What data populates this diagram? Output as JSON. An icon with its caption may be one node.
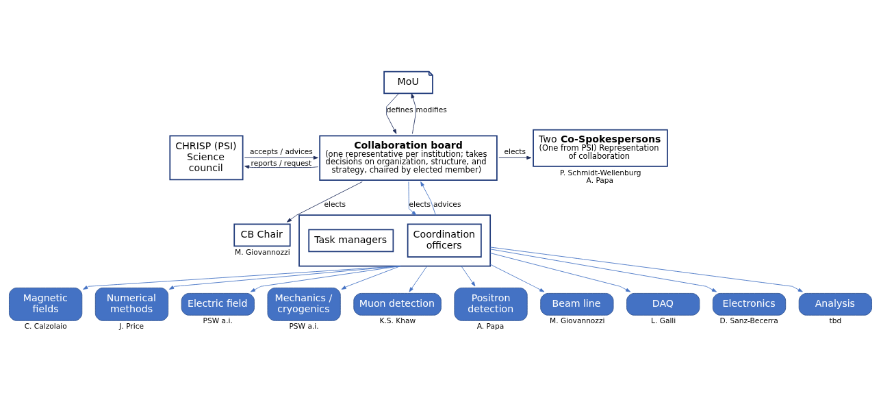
{
  "diagram": {
    "nodes": [
      {
        "text": [
          "CHRISP (PSI) Science council"
        ]
      },
      {
        "text": [
          "Collaboration board",
          "(one representative per institution; takes decisions on organization, structure, and strategy, chaired by elected member)"
        ]
      },
      {
        "text": [
          "MoU"
        ]
      },
      {
        "text": [
          "Two **Co-Spokespersons**",
          "(One from PSI) Representation of collaboration"
        ],
        "beside": [
          "P. Schmidt-Wellenburg",
          "A. Papa"
        ]
      },
      {
        "text": [
          "CB Chair"
        ],
        "beside": [
          "M. Giovannozzi"
        ]
      },
      {
        "text": [],
        "shape": "box"
      },
      {
        "text": [
          "Coordination officers"
        ],
        "in": 5
      },
      {
        "text": [
          "Task managers"
        ],
        "in": 5
      },
      {
        "text": [
          "Magnetic fields"
        ],
        "beside": [
          "C. Calzolaio"
        ]
      },
      {
        "text": [
          "Numerical methods"
        ],
        "beside": [
          "J. Price"
        ]
      },
      {
        "text": [
          "Electric field"
        ],
        "beside": [
          "PSW a.i."
        ]
      },
      {
        "text": [
          "Mechanics / cryogenics"
        ],
        "beside": [
          "PSW a.i."
        ]
      },
      {
        "text": [
          "Muon detection"
        ],
        "beside": [
          "K.S. Khaw"
        ]
      },
      {
        "text": [
          "Positron detection"
        ],
        "beside": [
          "A. Papa"
        ]
      },
      {
        "text": [
          "Beam line"
        ],
        "beside": [
          "M. Giovannozzi"
        ]
      },
      {
        "text": [
          "DAQ"
        ],
        "beside": [
          "L. Galli"
        ]
      },
      {
        "text": [
          "Electronics"
        ],
        "beside": [
          "D. Sanz-Becerra"
        ]
      },
      {
        "text": [
          "Analysis"
        ],
        "beside": [
          "tbd"
        ]
      }
    ],
    "edges": [
      {
        "from": 1,
        "to": 0,
        "arrow": "to",
        "label": "reports / request",
        "color": "#1f2d5c"
      },
      {
        "from": 0,
        "to": 1,
        "arrow": "to",
        "label": "accepts / advices",
        "color": "#1f2d5c"
      },
      {
        "from": 1,
        "to": 2,
        "arrow": "to",
        "label": "modifies",
        "color": "#1f2d5c"
      },
      {
        "from": 2,
        "to": 1,
        "arrow": "to",
        "label": "defines",
        "color": "#1f2d5c"
      },
      {
        "from": 1,
        "to": 3,
        "arrow": "to",
        "label": "elects",
        "color": "#1f2d5c"
      },
      {
        "from": 1,
        "to": 4,
        "arrow": "to",
        "label": "elects",
        "color": "#1f2d5c"
      },
      {
        "from": 1,
        "to": 5,
        "arrow": "to",
        "label": "elects"
      },
      {
        "from": 5,
        "to": 1,
        "arrow": "to",
        "label": "advices"
      },
      {
        "from": 5,
        "to": 8,
        "arrow": "to"
      },
      {
        "from": 5,
        "to": 10,
        "arrow": "to"
      },
      {
        "from": 5,
        "to": 11,
        "arrow": "to"
      },
      {
        "from": 5,
        "to": 12,
        "arrow": "to"
      },
      {
        "from": 5,
        "to": 13,
        "arrow": "to"
      },
      {
        "from": 5,
        "to": 14,
        "arrow": "to"
      },
      {
        "from": 5,
        "to": 15,
        "arrow": "to"
      },
      {
        "from": 5,
        "to": 9,
        "arrow": "to"
      },
      {
        "from": 5,
        "to": 16,
        "arrow": "to"
      },
      {
        "from": 5,
        "to": 17,
        "arrow": "to"
      }
    ]
  }
}
